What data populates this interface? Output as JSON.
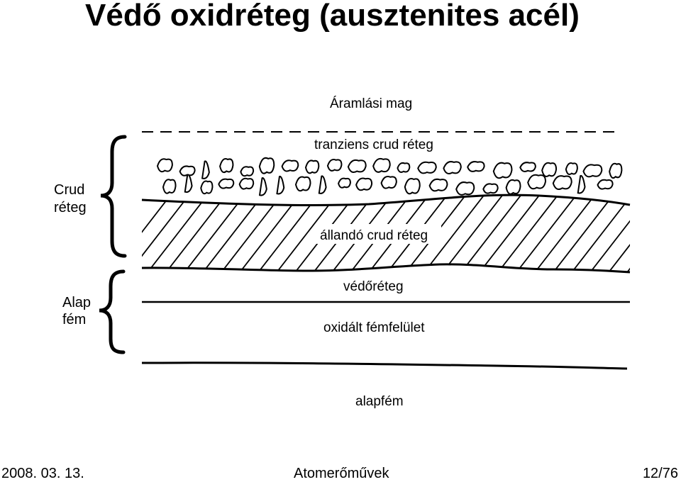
{
  "slide": {
    "title": "Védő oxidréteg (ausztenites acél)"
  },
  "diagram": {
    "flow_core_label": "Áramlási mag",
    "transient_crud_label": "tranziens crud réteg",
    "permanent_crud_label": "állandó crud réteg",
    "protective_layer_label": "védőréteg",
    "oxidized_surface_label": "oxidált fémfelület",
    "base_metal_label": "alapfém",
    "crud_group": {
      "line1": "Crud",
      "line2": "réteg"
    },
    "metal_group": {
      "line1": "Alap",
      "line2": "fém"
    }
  },
  "footer": {
    "date": "2008. 03. 13.",
    "course": "Atomerőművek",
    "page": "12/76"
  }
}
